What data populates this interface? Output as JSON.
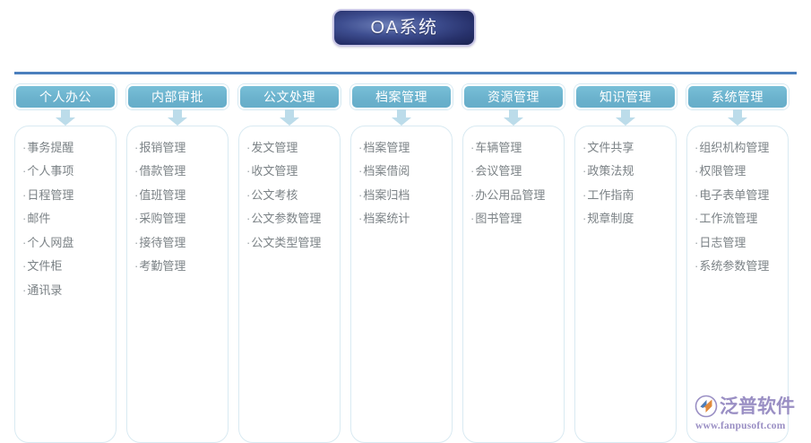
{
  "title": {
    "text": "OA系统",
    "badge_color": "#2b3570",
    "border_color": "#c9c6e6"
  },
  "divider": {
    "color": "#4b7fbd"
  },
  "theme": {
    "header_color": "#6bb2cd",
    "box_border_color": "#d9eaf2",
    "item_text_color": "#7b8286",
    "arrow_color": "#bcdcea"
  },
  "bullet": "·",
  "columns": [
    {
      "header": "个人办公",
      "items": [
        "事务提醒",
        "个人事项",
        "日程管理",
        "邮件",
        "个人网盘",
        "文件柜",
        "通讯录"
      ]
    },
    {
      "header": "内部审批",
      "items": [
        "报销管理",
        "借款管理",
        "值班管理",
        "采购管理",
        "接待管理",
        "考勤管理"
      ]
    },
    {
      "header": "公文处理",
      "items": [
        "发文管理",
        "收文管理",
        "公文考核",
        "公文参数管理",
        "公文类型管理"
      ]
    },
    {
      "header": "档案管理",
      "items": [
        "档案管理",
        "档案借阅",
        "档案归档",
        "档案统计"
      ]
    },
    {
      "header": "资源管理",
      "items": [
        "车辆管理",
        "会议管理",
        "办公用品管理",
        "图书管理"
      ]
    },
    {
      "header": "知识管理",
      "items": [
        "文件共享",
        "政策法规",
        "工作指南",
        "规章制度"
      ]
    },
    {
      "header": "系统管理",
      "items": [
        "组织机构管理",
        "权限管理",
        "电子表单管理",
        "工作流管理",
        "日志管理",
        "系统参数管理"
      ]
    }
  ],
  "watermark": {
    "name": "泛普软件",
    "url": "www.fanpusoft.com",
    "color": "#9a8fc4"
  }
}
